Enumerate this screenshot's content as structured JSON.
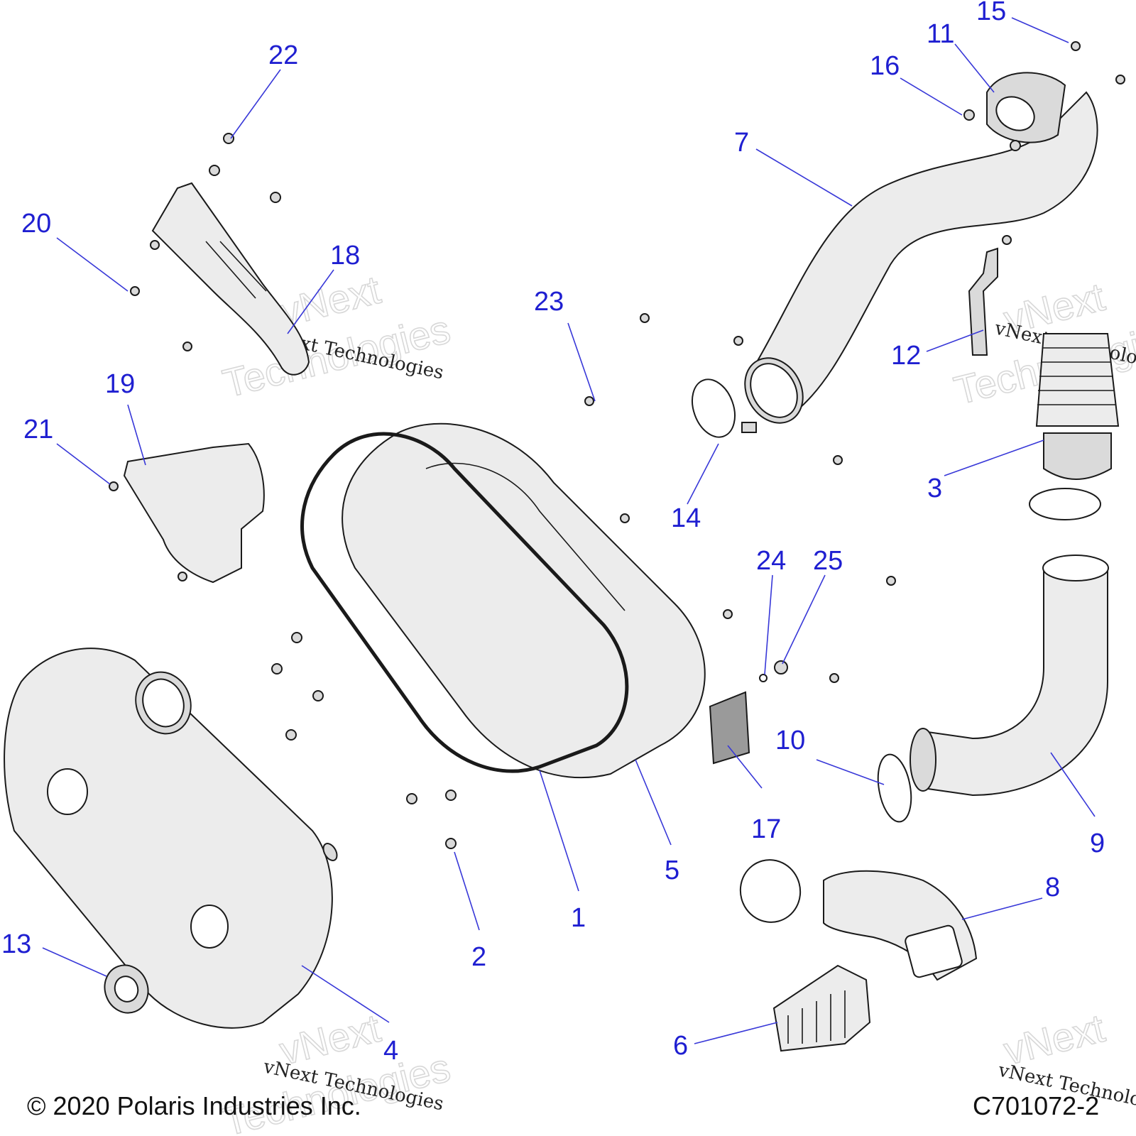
{
  "footer": {
    "copyright": "© 2020 Polaris Industries Inc.",
    "figure_id": "C701072-2"
  },
  "watermark": {
    "line1": "vNext Technologies",
    "outline_a": "vNext",
    "outline_b": "Technologies"
  },
  "callouts": [
    "1",
    "2",
    "3",
    "4",
    "5",
    "6",
    "7",
    "8",
    "9",
    "10",
    "11",
    "12",
    "13",
    "14",
    "15",
    "16",
    "17",
    "18",
    "19",
    "20",
    "21",
    "22",
    "23",
    "24",
    "25"
  ]
}
